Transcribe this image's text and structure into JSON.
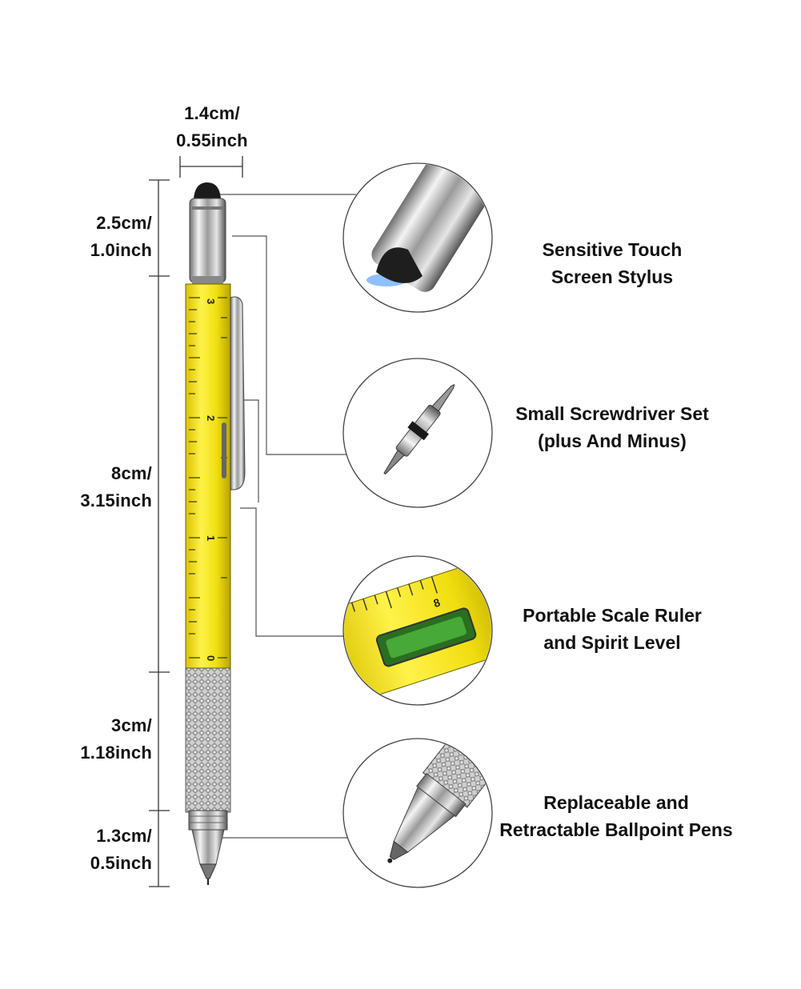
{
  "dimensions": {
    "width": {
      "line1": "1.4cm/",
      "line2": "0.55inch"
    },
    "stylus": {
      "line1": "2.5cm/",
      "line2": "1.0inch"
    },
    "body": {
      "line1": "8cm/",
      "line2": "3.15inch"
    },
    "grip": {
      "line1": "3cm/",
      "line2": "1.18inch"
    },
    "tip": {
      "line1": "1.3cm/",
      "line2": "0.5inch"
    }
  },
  "features": [
    {
      "line1": "Sensitive Touch",
      "line2": "Screen Stylus",
      "icon": "stylus-icon"
    },
    {
      "line1": "Small Screwdriver Set",
      "line2": "(plus And Minus)",
      "icon": "screwdriver-icon"
    },
    {
      "line1": "Portable Scale Ruler",
      "line2": "and Spirit Level",
      "icon": "ruler-level-icon"
    },
    {
      "line1": "Replaceable and",
      "line2": "Retractable Ballpoint Pens",
      "icon": "ballpoint-tip-icon"
    }
  ],
  "ruler_numbers": [
    "3",
    "2",
    "1",
    "0"
  ],
  "zoom_ruler_number": "8",
  "colors": {
    "pen_body": "#f2e21c",
    "chrome": "#c9c9c9",
    "outline": "#222222"
  }
}
